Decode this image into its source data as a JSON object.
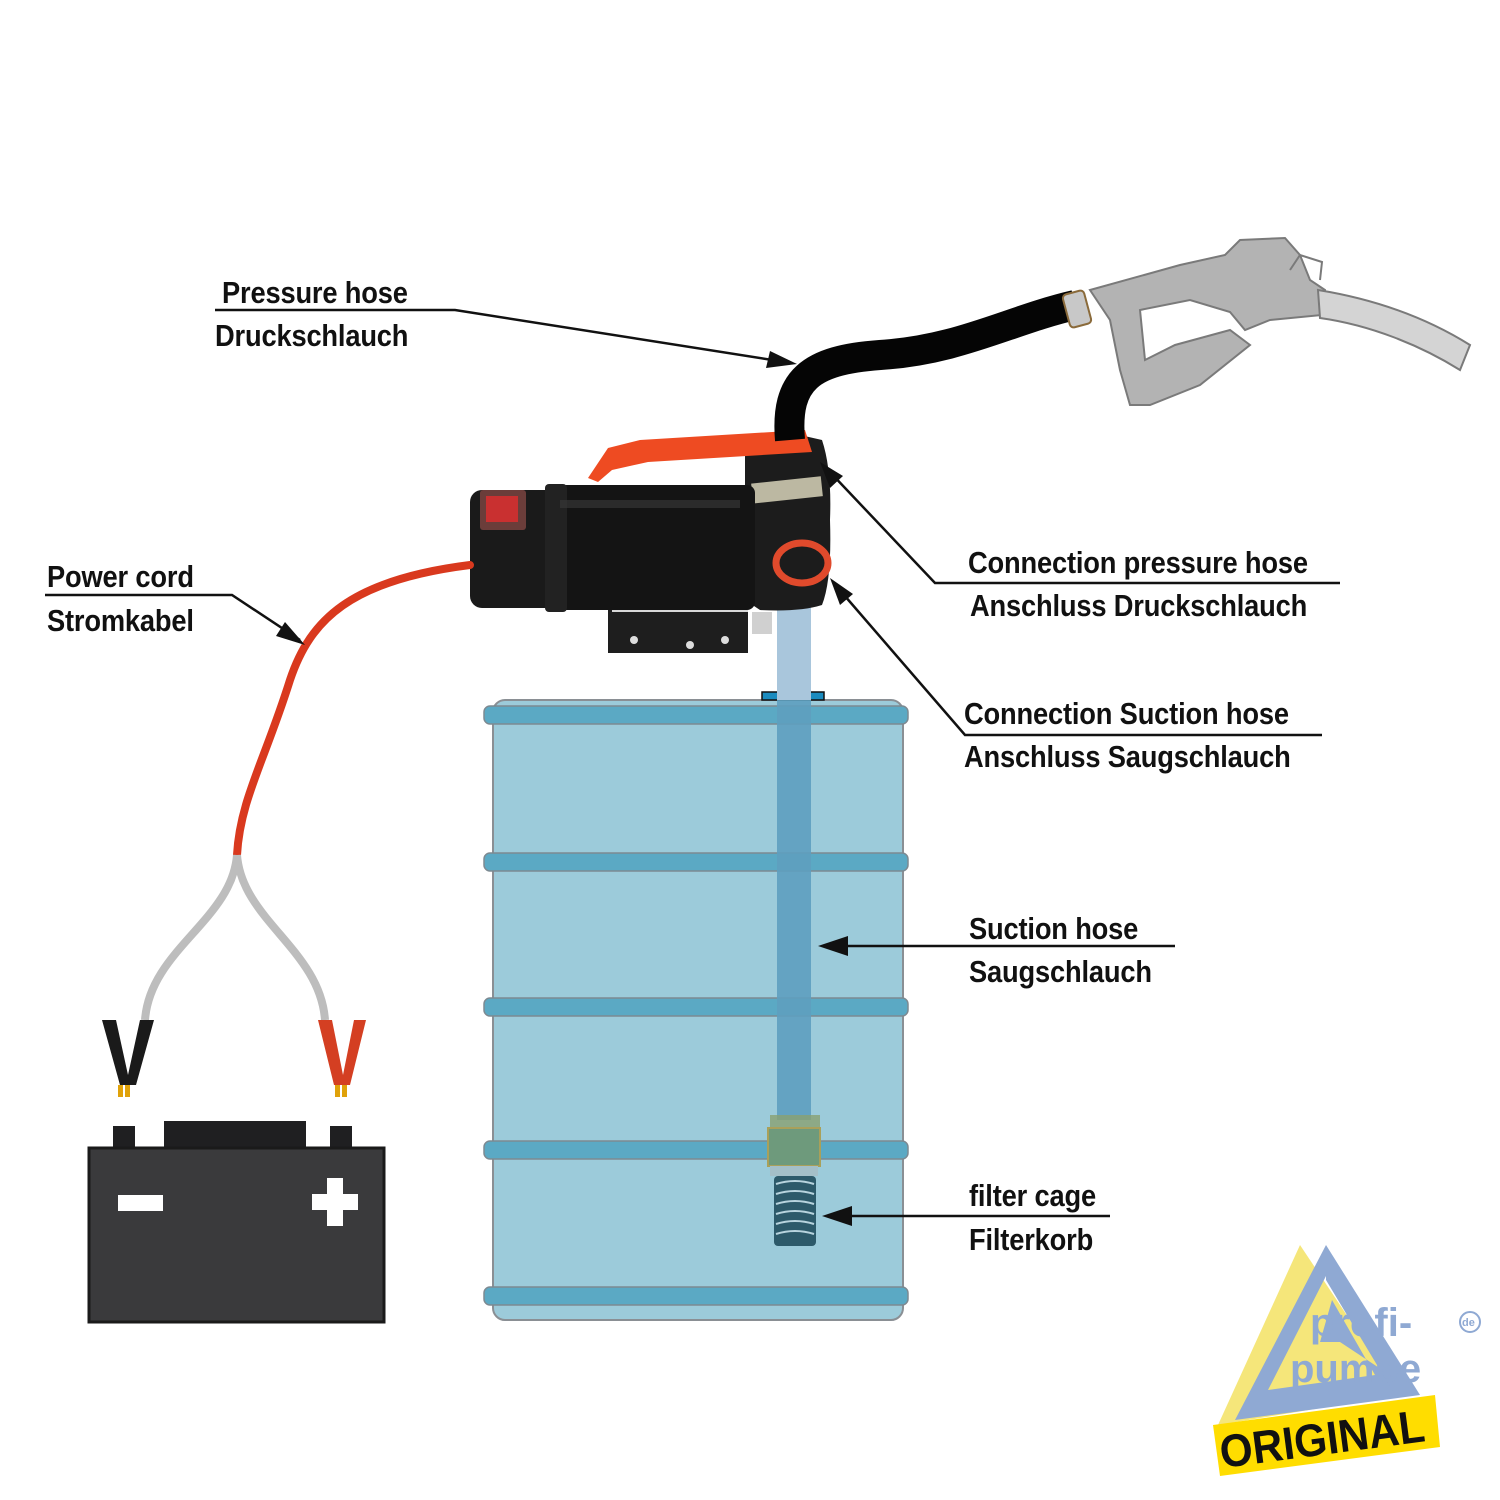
{
  "labels": {
    "pressure_hose": {
      "en": "Pressure hose",
      "de": "Druckschlauch"
    },
    "power_cord": {
      "en": "Power cord",
      "de": "Stromkabel"
    },
    "connection_pressure": {
      "en": "Connection pressure hose",
      "de": "Anschluss Druckschlauch"
    },
    "connection_suction": {
      "en": "Connection Suction hose",
      "de": "Anschluss Saugschlauch"
    },
    "suction_hose": {
      "en": "Suction hose",
      "de": "Saugschlauch"
    },
    "filter_cage": {
      "en": "filter cage",
      "de": "Filterkorb"
    }
  },
  "logo": {
    "line1": "profi-",
    "line2": "pumpe",
    "tld": "de",
    "badge": "ORIGINAL"
  },
  "colors": {
    "barrel_fill": "#9ccbda",
    "barrel_band": "#5ba9c4",
    "suction_hose": "#5e9fbf",
    "cord_red": "#d9391e",
    "cable_grey": "#bdbdbd",
    "battery": "#3a3a3c",
    "logo_blue": "#8fa9d3",
    "logo_yellow": "#f5e67a",
    "badge_yellow": "#ffdd00"
  }
}
